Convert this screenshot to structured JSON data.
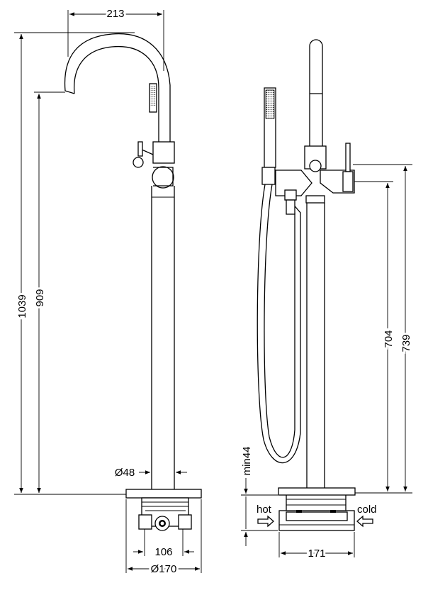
{
  "front_view": {
    "dim_spout_reach": "213",
    "dim_total_height": "1039",
    "dim_spout_height": "909",
    "dim_pipe_diameter": "Ø48",
    "dim_box_width": "106",
    "dim_base_diameter": "Ø170"
  },
  "side_view": {
    "dim_lever_height": "739",
    "dim_outlet_height": "704",
    "dim_min_floor": "min44",
    "label_hot": "hot",
    "label_cold": "cold",
    "dim_box_width": "171"
  }
}
